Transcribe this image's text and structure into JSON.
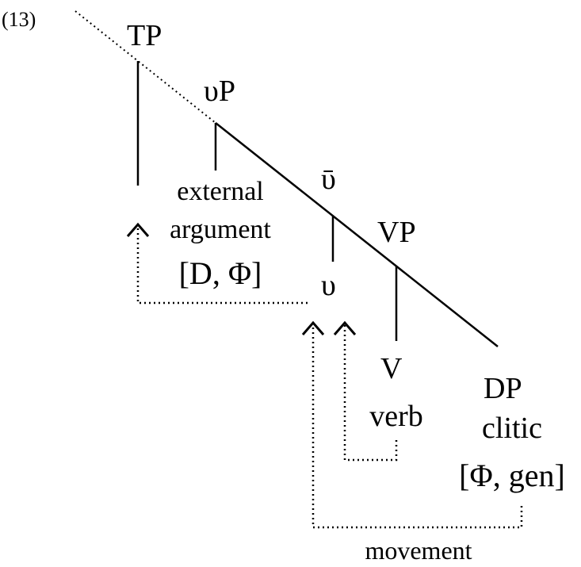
{
  "example_number": "(13)",
  "nodes": {
    "tp": "TP",
    "vp_little": "υP",
    "v_bar": "ῡ",
    "vp": "VP",
    "v_little": "υ",
    "v": "V",
    "dp": "DP"
  },
  "leaves": {
    "external_argument_line1": "external",
    "external_argument_line2": "argument",
    "external_argument_features": "[D, Φ]",
    "verb": "verb",
    "clitic": "clitic",
    "clitic_features": "[Φ, gen]"
  },
  "arrows": {
    "movement_label": "movement"
  }
}
